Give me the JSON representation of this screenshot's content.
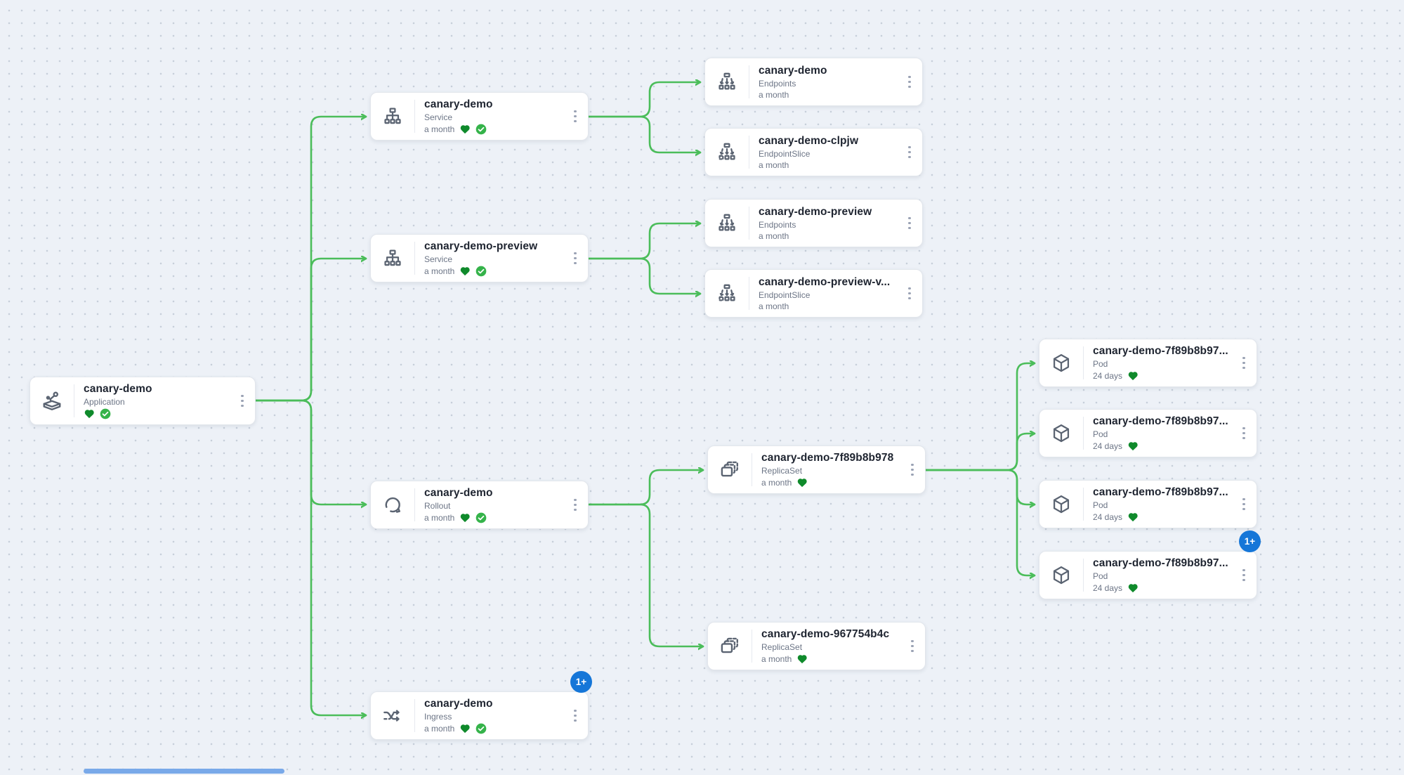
{
  "colors": {
    "edge": "#4bbd5a",
    "badge_bg": "#1576d8",
    "heart": "#0f8a2b",
    "synced": "#35b34a",
    "canvas_bg": "#edf1f7"
  },
  "nodes": [
    {
      "id": "app",
      "title": "canary-demo",
      "kind": "Application",
      "age": "",
      "statuses": [
        "healthy",
        "synced"
      ],
      "icon": "application-icon",
      "badge": "",
      "stacked": false
    },
    {
      "id": "svc1",
      "title": "canary-demo",
      "kind": "Service",
      "age": "a month",
      "statuses": [
        "healthy",
        "synced"
      ],
      "icon": "service-icon",
      "badge": "",
      "stacked": false
    },
    {
      "id": "ep1",
      "title": "canary-demo",
      "kind": "Endpoints",
      "age": "a month",
      "statuses": [],
      "icon": "endpoints-icon",
      "badge": "",
      "stacked": false
    },
    {
      "id": "eps1",
      "title": "canary-demo-clpjw",
      "kind": "EndpointSlice",
      "age": "a month",
      "statuses": [],
      "icon": "endpointslice-icon",
      "badge": "",
      "stacked": false
    },
    {
      "id": "svc2",
      "title": "canary-demo-preview",
      "kind": "Service",
      "age": "a month",
      "statuses": [
        "healthy",
        "synced"
      ],
      "icon": "service-icon",
      "badge": "",
      "stacked": false
    },
    {
      "id": "ep2",
      "title": "canary-demo-preview",
      "kind": "Endpoints",
      "age": "a month",
      "statuses": [],
      "icon": "endpoints-icon",
      "badge": "",
      "stacked": false
    },
    {
      "id": "eps2",
      "title": "canary-demo-preview-v...",
      "kind": "EndpointSlice",
      "age": "a month",
      "statuses": [],
      "icon": "endpointslice-icon",
      "badge": "",
      "stacked": false
    },
    {
      "id": "rollout",
      "title": "canary-demo",
      "kind": "Rollout",
      "age": "a month",
      "statuses": [
        "healthy",
        "synced"
      ],
      "icon": "rollout-icon",
      "badge": "",
      "stacked": false
    },
    {
      "id": "rs1",
      "title": "canary-demo-7f89b8b978",
      "kind": "ReplicaSet",
      "age": "a month",
      "statuses": [
        "healthy"
      ],
      "icon": "replicaset-icon",
      "badge": "",
      "stacked": false
    },
    {
      "id": "pod1",
      "title": "canary-demo-7f89b8b97...",
      "kind": "Pod",
      "age": "24 days",
      "statuses": [
        "healthy"
      ],
      "icon": "pod-icon",
      "badge": "",
      "stacked": false
    },
    {
      "id": "pod2",
      "title": "canary-demo-7f89b8b97...",
      "kind": "Pod",
      "age": "24 days",
      "statuses": [
        "healthy"
      ],
      "icon": "pod-icon",
      "badge": "",
      "stacked": false
    },
    {
      "id": "pod3",
      "title": "canary-demo-7f89b8b97...",
      "kind": "Pod",
      "age": "24 days",
      "statuses": [
        "healthy"
      ],
      "icon": "pod-icon",
      "badge": "",
      "stacked": false
    },
    {
      "id": "pod4",
      "title": "canary-demo-7f89b8b97...",
      "kind": "Pod",
      "age": "24 days",
      "statuses": [
        "healthy"
      ],
      "icon": "pod-icon",
      "badge": "1+",
      "stacked": true
    },
    {
      "id": "rs2",
      "title": "canary-demo-967754b4c",
      "kind": "ReplicaSet",
      "age": "a month",
      "statuses": [
        "healthy"
      ],
      "icon": "replicaset-icon",
      "badge": "",
      "stacked": false
    },
    {
      "id": "ingress",
      "title": "canary-demo",
      "kind": "Ingress",
      "age": "a month",
      "statuses": [
        "healthy",
        "synced"
      ],
      "icon": "ingress-icon",
      "badge": "1+",
      "stacked": true
    }
  ]
}
